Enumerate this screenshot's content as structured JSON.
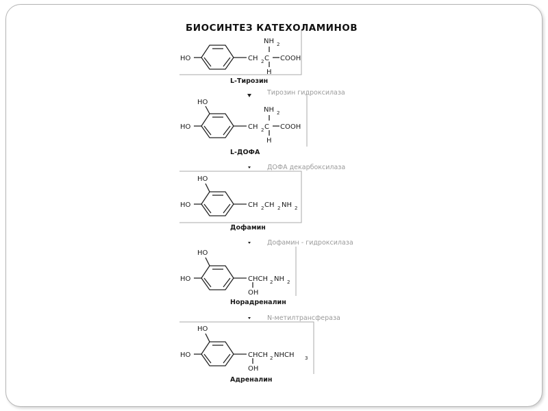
{
  "title": "БИОСИНТЕЗ КАТЕХОЛАМИНОВ",
  "compounds": [
    {
      "name": "L-Тирозин"
    },
    {
      "name": "L-ДОФА"
    },
    {
      "name": "Дофамин"
    },
    {
      "name": "Норадреналин"
    },
    {
      "name": "Адреналин"
    }
  ],
  "enzymes": [
    {
      "name": "Тирозин гидроксилаза"
    },
    {
      "name": "ДОФА декарбоксилаза"
    },
    {
      "name": "Дофамин - гидроксилаза"
    },
    {
      "name": "N-метилтрансфераза"
    }
  ],
  "atoms": {
    "ho": "HO",
    "oh": "OH",
    "nh2": "NH",
    "sub2": "2",
    "cooh": "COOH",
    "h": "H",
    "c": "C",
    "ch2c_a": "CH",
    "ch2c_b": "C",
    "ch2ch2nh2_a": "CH",
    "ch2ch2nh2_b": "CH",
    "ch2ch2nh2_c": "NH",
    "chch2nh2_a": "CHCH",
    "chch2nh2_b": "NH",
    "chch2nhch3_a": "CHCH",
    "chch2nhch3_b": "NHCH",
    "sub3": "3"
  },
  "colors": {
    "text": "#111111",
    "enzyme_text": "#9a9a9a",
    "frame": "#aaaaaa",
    "slide_border": "#b5b5b5"
  }
}
